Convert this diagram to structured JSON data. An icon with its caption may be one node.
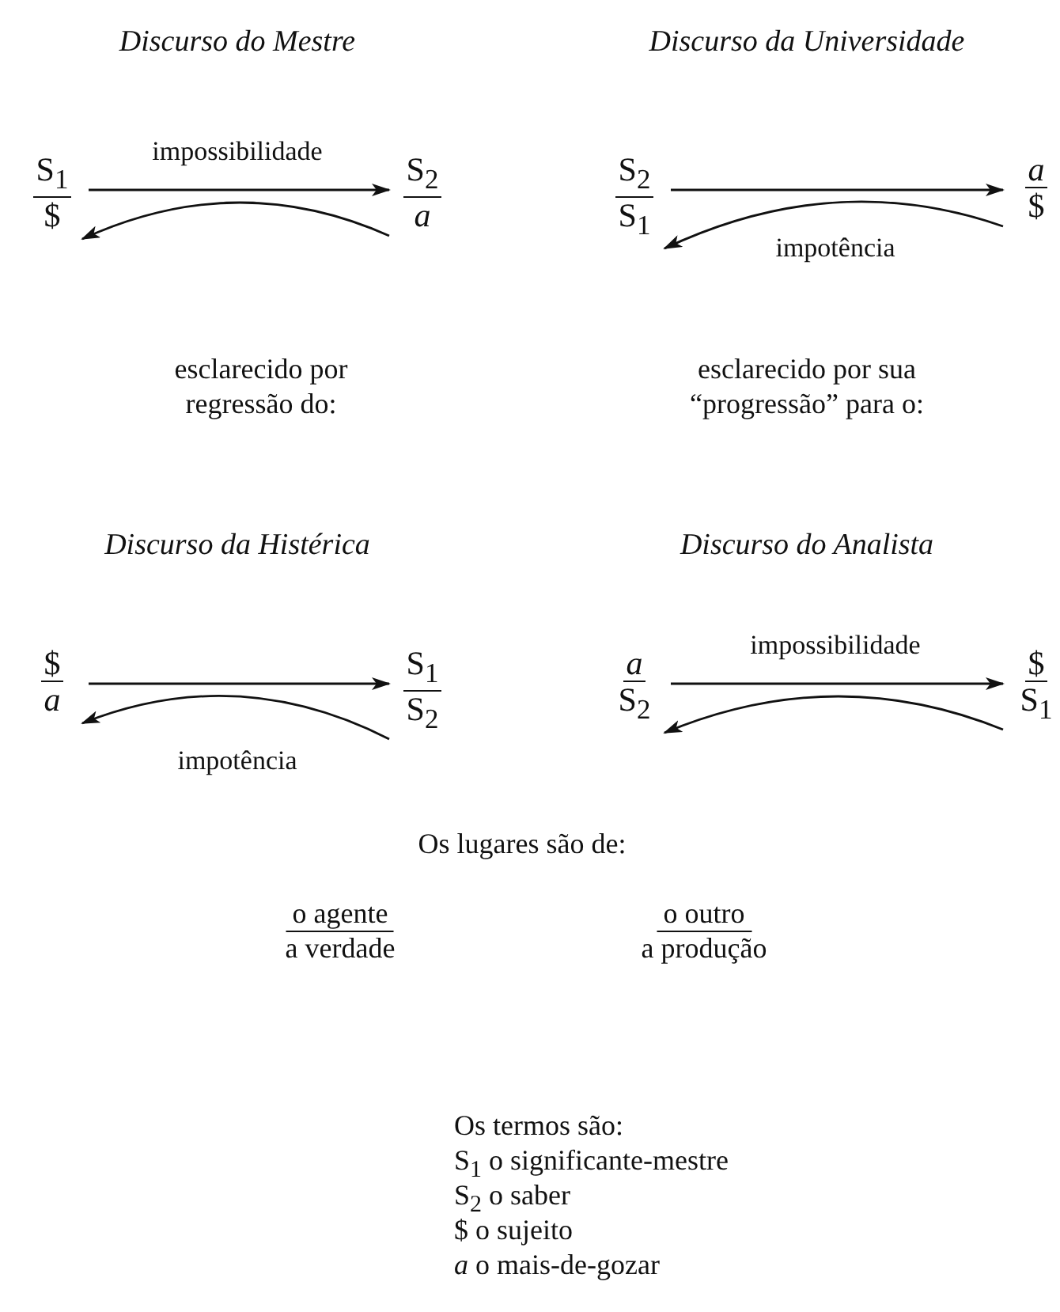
{
  "diagram": {
    "nodes": [
      {
        "text": [
          "S$_{1}$",
          "$"
        ]
      },
      {
        "text": [
          "S$_{2}$",
          "*a*"
        ]
      },
      {
        "text": [
          "S$_{2}$",
          "S$_{1}$"
        ]
      },
      {
        "text": [
          "*a*",
          "$"
        ]
      },
      {
        "text": [
          "$",
          "*a*"
        ]
      },
      {
        "text": [
          "S$_{1}$",
          "S$_{2}$"
        ]
      },
      {
        "text": [
          "*a*",
          "S$_{2}$"
        ]
      },
      {
        "text": [
          "$",
          "S$_{1}$"
        ]
      }
    ],
    "edges": [
      {
        "from": 0,
        "to": 1,
        "arrow": "to",
        "label": "impossibilidade"
      },
      {
        "from": 1,
        "to": 0,
        "arrow": "to"
      },
      {
        "from": 2,
        "to": 3,
        "arrow": "to"
      },
      {
        "from": 3,
        "to": 2,
        "arrow": "to",
        "label": "impotência"
      },
      {
        "from": 4,
        "to": 5,
        "arrow": "to"
      },
      {
        "from": 5,
        "to": 4,
        "arrow": "to",
        "label": "impotência"
      },
      {
        "from": 6,
        "to": 7,
        "arrow": "to",
        "label": "impossibilidade"
      },
      {
        "from": 7,
        "to": 6,
        "arrow": "to"
      }
    ],
    "labels": [
      "Discurso do Mestre",
      "Discurso da Universidade",
      "esclarecido por regressão do:",
      "esclarecido por sua “progressão” para o:",
      "Discurso da Histérica",
      "Discurso do Analista",
      "Os lugares são de:",
      "o agente",
      "a verdade",
      "o outro",
      "a produção",
      "Os termos são:",
      "S$_{1}$ o significante-mestre",
      "S$_{2}$ o saber",
      "$ o sujeito",
      "*a* o mais-de-gozar"
    ]
  }
}
